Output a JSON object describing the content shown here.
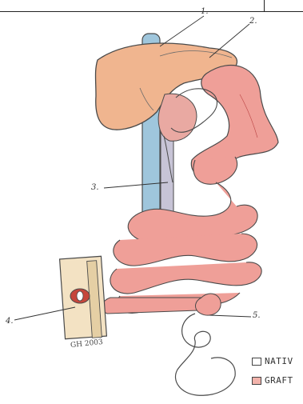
{
  "labels": {
    "l1": "1.",
    "l2": "2.",
    "l3": "3.",
    "l4": "4.",
    "l5": "5."
  },
  "legend": {
    "native": "NATIV",
    "graft": "GRAFT",
    "native_color": "#ffffff",
    "graft_color": "#f2b3ab"
  },
  "signature": "GH 2003",
  "colors": {
    "liver": "#f0b58f",
    "bowel": "#ef9f98",
    "vessel": "#9fc6dc",
    "outline": "#4a4a4a",
    "block": "#f3e2c3"
  }
}
